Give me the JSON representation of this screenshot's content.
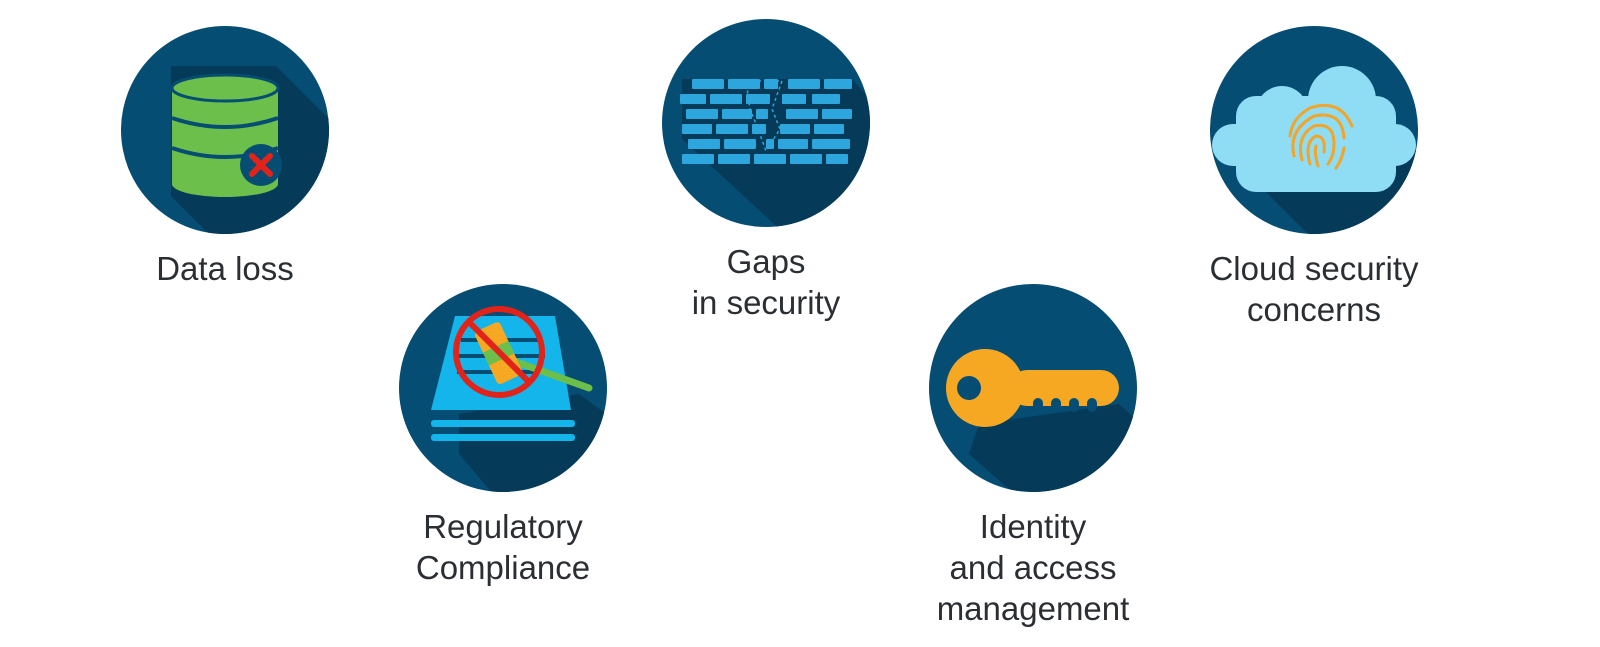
{
  "colors": {
    "circle": "#064d74",
    "circle_shadow": "#053a58",
    "database_green": "#6bbf4a",
    "error_red": "#e2231a",
    "brick_blue": "#2ca6dc",
    "cloud_blue": "#8fdcf5",
    "fingerprint_orange": "#f2a526",
    "document_blue": "#13b5ea",
    "key_orange": "#f7a823",
    "label_text": "#2b2f33"
  },
  "items": [
    {
      "icon": "database-error-icon",
      "label_lines": [
        "Data loss"
      ]
    },
    {
      "icon": "firewall-breach-icon",
      "label_lines": [
        "Gaps",
        "in security"
      ]
    },
    {
      "icon": "cloud-fingerprint-icon",
      "label_lines": [
        "Cloud security",
        "concerns"
      ]
    },
    {
      "icon": "no-gavel-document-icon",
      "label_lines": [
        "Regulatory",
        "Compliance"
      ]
    },
    {
      "icon": "key-icon",
      "label_lines": [
        "Identity",
        "and access",
        "management"
      ]
    }
  ]
}
